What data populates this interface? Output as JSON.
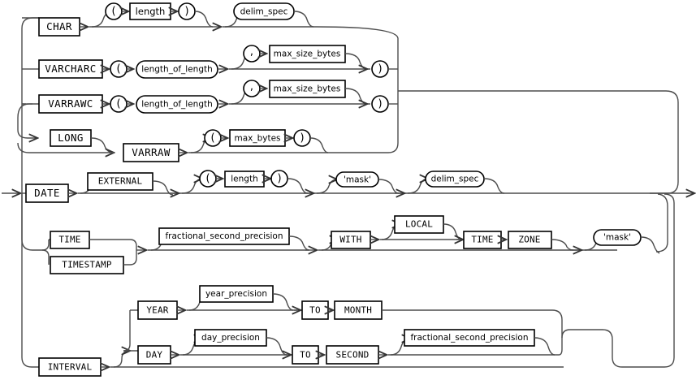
{
  "diagram": {
    "title": "datatype_spec",
    "type": "railroad-syntax-diagram",
    "colors": {
      "line": "#4d4d4d",
      "box_border": "#000000",
      "background": "#ffffff",
      "text": "#000000"
    },
    "entry_arrow": "→",
    "exit_arrow": "→"
  },
  "nodes": {
    "char": "CHAR",
    "varcharc": "VARCHARC",
    "varrawc": "VARRAWC",
    "long": "LONG",
    "varraw": "VARRAW",
    "date": "DATE",
    "external": "EXTERNAL",
    "time": "TIME",
    "timestamp": "TIMESTAMP",
    "with": "WITH",
    "local": "LOCAL",
    "time2": "TIME",
    "zone": "ZONE",
    "interval": "INTERVAL",
    "year": "YEAR",
    "day": "DAY",
    "to1": "TO",
    "to2": "TO",
    "month": "MONTH",
    "second": "SECOND",
    "lparen1": "(",
    "rparen1": ")",
    "lparen2": "(",
    "rparen2": ")",
    "lparen3": "(",
    "rparen3": ")",
    "lparen4": "(",
    "rparen4": ")",
    "lparen5": "(",
    "rparen5": ")",
    "comma1": ",",
    "comma2": ",",
    "length1": "length",
    "length2": "length",
    "delim_spec1": "delim_spec",
    "delim_spec2": "delim_spec",
    "length_of_length1": "length_of_length",
    "length_of_length2": "length_of_length",
    "max_size_bytes1": "max_size_bytes",
    "max_size_bytes2": "max_size_bytes",
    "max_bytes": "max_bytes",
    "mask1": "'mask'",
    "mask2": "'mask'",
    "fractional_second_precision1": "fractional_second_precision",
    "fractional_second_precision2": "fractional_second_precision",
    "year_precision": "year_precision",
    "day_precision": "day_precision"
  }
}
